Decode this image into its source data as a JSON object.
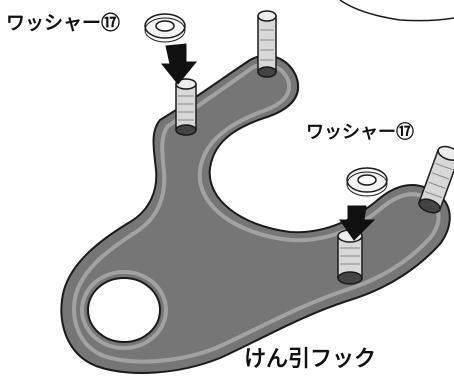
{
  "labels": {
    "washer_top": "ワッシャー⑰",
    "washer_right": "ワッシャー⑰",
    "tow_hook": "けん引フック"
  },
  "colors": {
    "plate_fill": "#767676",
    "plate_rim": "#a2a2a2",
    "outline": "#1a1a1a",
    "arrow_fill": "#111111",
    "background": "#ffffff"
  },
  "icons": {
    "arrow": "arrow-down-icon",
    "washer": "washer-icon"
  }
}
